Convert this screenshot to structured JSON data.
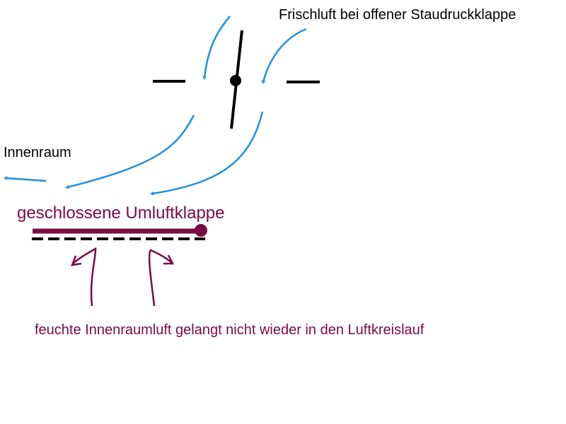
{
  "colors": {
    "black": "#000000",
    "fresh_air_arrow": "#1e90e0",
    "recirculation": "#7a0a45",
    "background": "#ffffff"
  },
  "labels": {
    "fresh_air": "Frischluft bei offener Staudruckklappe",
    "interior": "Innenraum",
    "closed_flap": "geschlossene Umluftklappe",
    "humid_air": "feuchte Innenraumluft gelangt nicht wieder in den Luftkreislauf"
  }
}
